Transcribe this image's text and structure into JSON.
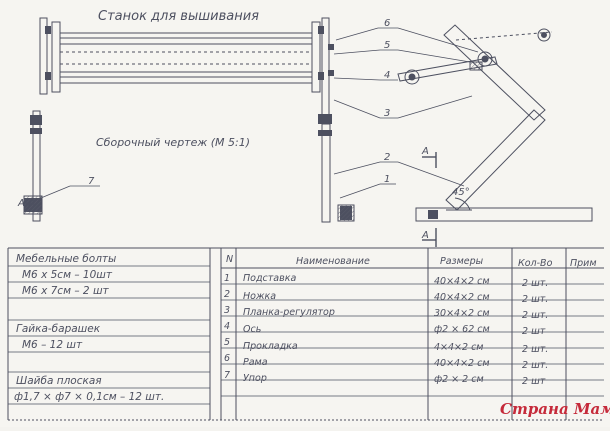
{
  "title": "Станок для вышивания",
  "subtitle": "Сборочный чертеж (М 5:1)",
  "callouts": [
    "1",
    "2",
    "3",
    "4",
    "5",
    "6",
    "7"
  ],
  "section_label": "А-А",
  "section_marks": [
    "А",
    "А"
  ],
  "angle_label": "45°",
  "left_table": {
    "groups": [
      {
        "title": "Мебельные болты",
        "rows": [
          "М6 х 5см  – 10шт",
          "М6 х 7см  – 2 шт"
        ]
      },
      {
        "title": "Гайка-барашек",
        "rows": [
          "М6  – 12 шт"
        ]
      },
      {
        "title": "Шайба плоская",
        "rows": [
          "ф1,7 × ф7 × 0,1см – 12 шт."
        ]
      }
    ]
  },
  "parts_table": {
    "headers": {
      "num": "N",
      "name": "Наименование",
      "size": "Размеры",
      "qty": "Кол-Во",
      "note": "Прим"
    },
    "rows": [
      {
        "num": "1",
        "name": "Подставка",
        "size": "40×4×2 см",
        "qty": "2 шт."
      },
      {
        "num": "2",
        "name": "Ножка",
        "size": "40×4×2 см",
        "qty": "2 шт."
      },
      {
        "num": "3",
        "name": "Планка-регулятор",
        "size": "30×4×2 см",
        "qty": "2 шт."
      },
      {
        "num": "4",
        "name": "Ось",
        "size": "ф2 × 62 см",
        "qty": "2 шт"
      },
      {
        "num": "5",
        "name": "Прокладка",
        "size": "4×4×2 см",
        "qty": "2 шт."
      },
      {
        "num": "6",
        "name": "Рама",
        "size": "40×4×2 см",
        "qty": "2 шт."
      },
      {
        "num": "7",
        "name": "Упор",
        "size": "ф2 × 2 см",
        "qty": "2 шт"
      }
    ]
  },
  "watermark": "Страна Мам",
  "colors": {
    "paper": "#f6f5f1",
    "ink": "#4d5060",
    "watermark": "#c52a3a"
  }
}
